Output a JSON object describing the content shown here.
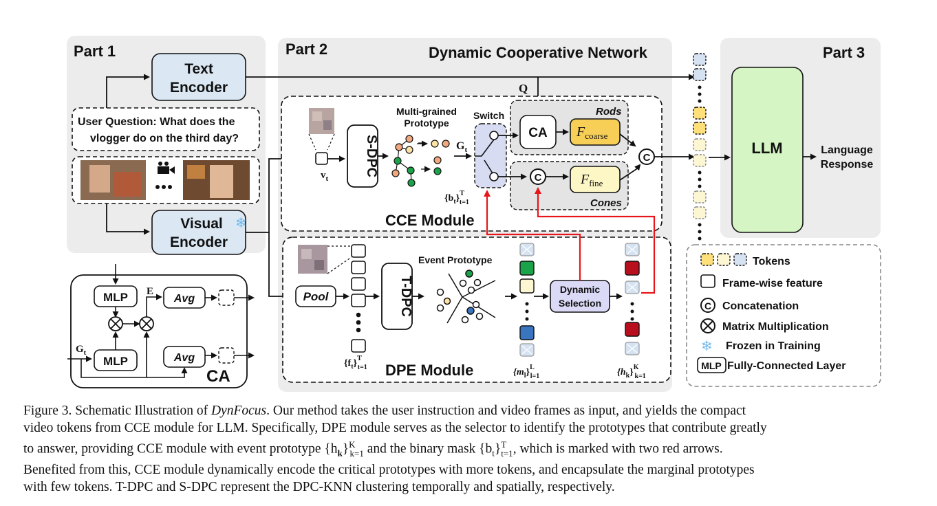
{
  "parts": {
    "part1": "Part 1",
    "part2": "Part 2",
    "part3": "Part 3",
    "network_title": "Dynamic Cooperative Network"
  },
  "part1": {
    "text_encoder": [
      "Text",
      "Encoder"
    ],
    "user_question": [
      "User Question: What does the",
      "vlogger do on the third day?"
    ],
    "visual_encoder": [
      "Visual",
      "Encoder"
    ]
  },
  "ca_block": {
    "mlp": "MLP",
    "avg": "Avg",
    "e_label": "E",
    "g_label": "G",
    "g_sub": "t",
    "title": "CA"
  },
  "cce": {
    "q_label": "Q",
    "s_dpc": "S-DPC",
    "prototype_label": [
      "Multi-grained",
      "Prototype"
    ],
    "switch_label": "Switch",
    "g_label": "G",
    "g_sub": "t",
    "v_label": "v",
    "v_sub": "t",
    "ca": "CA",
    "coarse": "coarse",
    "fine": "fine",
    "f_symbol": "F",
    "rods": "Rods",
    "cones": "Cones",
    "b_label": "{b",
    "b_sub": "t",
    "b_tail": "}",
    "b_sup": "T",
    "b_range": "t=1",
    "module": "CCE Module"
  },
  "dpe": {
    "pool": "Pool",
    "t_dpc": "T-DPC",
    "event_prototype": "Event Prototype",
    "dynamic_selection": [
      "Dynamic",
      "Selection"
    ],
    "f_label": "{f",
    "f_sub": "t",
    "f_tail": "}",
    "f_sup": "T",
    "f_range": "t=1",
    "module": "DPE Module",
    "m_label": "{m",
    "m_sub": "l",
    "m_tail": "}",
    "m_sup": "L",
    "m_range": "l=1",
    "h_label": "{h",
    "h_sub": "k",
    "h_tail": "}",
    "h_sup": "K",
    "h_range": "k=1"
  },
  "part3": {
    "llm": "LLM",
    "response": [
      "Language",
      "Response"
    ]
  },
  "legend": {
    "tokens": "Tokens",
    "frame_feature": "Frame-wise feature",
    "concatenation": "Concatenation",
    "matmul": "Matrix Multiplication",
    "frozen": "Frozen in Training",
    "mlp_box": "MLP",
    "fc_layer": "Fully-Connected Layer"
  },
  "colors": {
    "part_bg": "#ececec",
    "encoder_blue": "#dbe8f4",
    "llm_green": "#d6f5c4",
    "coarse_yellow": "#f7cf56",
    "fine_yellow": "#fdf7c6",
    "switch_purple": "#d8dcf2",
    "selection_purple": "#dad9f6",
    "token_yellow": "#fde07a",
    "token_pale": "#fdf6d3",
    "token_blue": "#d5e2f2",
    "red_arrow": "#e8161b",
    "green_token": "#1ba34a",
    "red_token": "#b80e1e",
    "blue_token": "#3a76c0"
  },
  "caption": {
    "label": "Figure 3. Schematic Illustration of ",
    "name": "DynFocus",
    "line1_rest": ". Our method takes the user instruction and video frames as input, and yields the compact",
    "line2": "video tokens from CCE module for LLM. Specifically, DPE module serves as the selector to identify the prototypes that contribute greatly",
    "line3a": "to answer, providing CCE module with event prototype {h",
    "line3_sub1": "k",
    "line3_mid1": "}",
    "line3_sup1": "K",
    "line3_range1": "k=1",
    "line3b": " and the binary mask {b",
    "line3_sub2": "t",
    "line3_mid2": "}",
    "line3_sup2": "T",
    "line3_range2": "t=1",
    "line3c": ", which is marked with two red arrows.",
    "line4": "Benefited from this, CCE module dynamically encode the critical prototypes with more tokens, and encapsulate the marginal prototypes",
    "line5": "with few tokens. T-DPC and S-DPC represent the DPC-KNN clustering temporally and spatially, respectively."
  }
}
